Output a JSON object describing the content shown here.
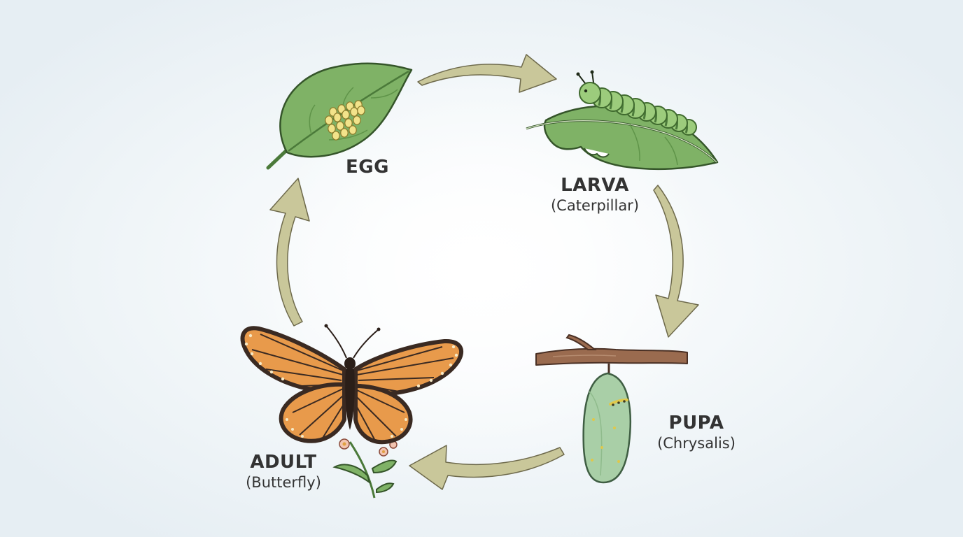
{
  "stages": [
    {
      "id": "egg",
      "name": "EGG",
      "subtitle": ""
    },
    {
      "id": "larva",
      "name": "LARVA",
      "subtitle": "(Caterpillar)"
    },
    {
      "id": "pupa",
      "name": "PUPA",
      "subtitle": "(Chrysalis)"
    },
    {
      "id": "adult",
      "name": "ADULT",
      "subtitle": "(Butterfly)"
    }
  ],
  "colors": {
    "arrow": "#c9c79a",
    "arrow_outline": "#6e6a4c",
    "leaf": "#7fb266",
    "leaf_dark": "#4b7a3a",
    "egg": "#f2e38a",
    "caterpillar": "#9ccc7c",
    "chrysalis": "#a9cfa7",
    "wing_orange": "#e89a4b",
    "wing_border": "#3a2a22",
    "branch": "#9a6b4f",
    "text": "#333333"
  }
}
